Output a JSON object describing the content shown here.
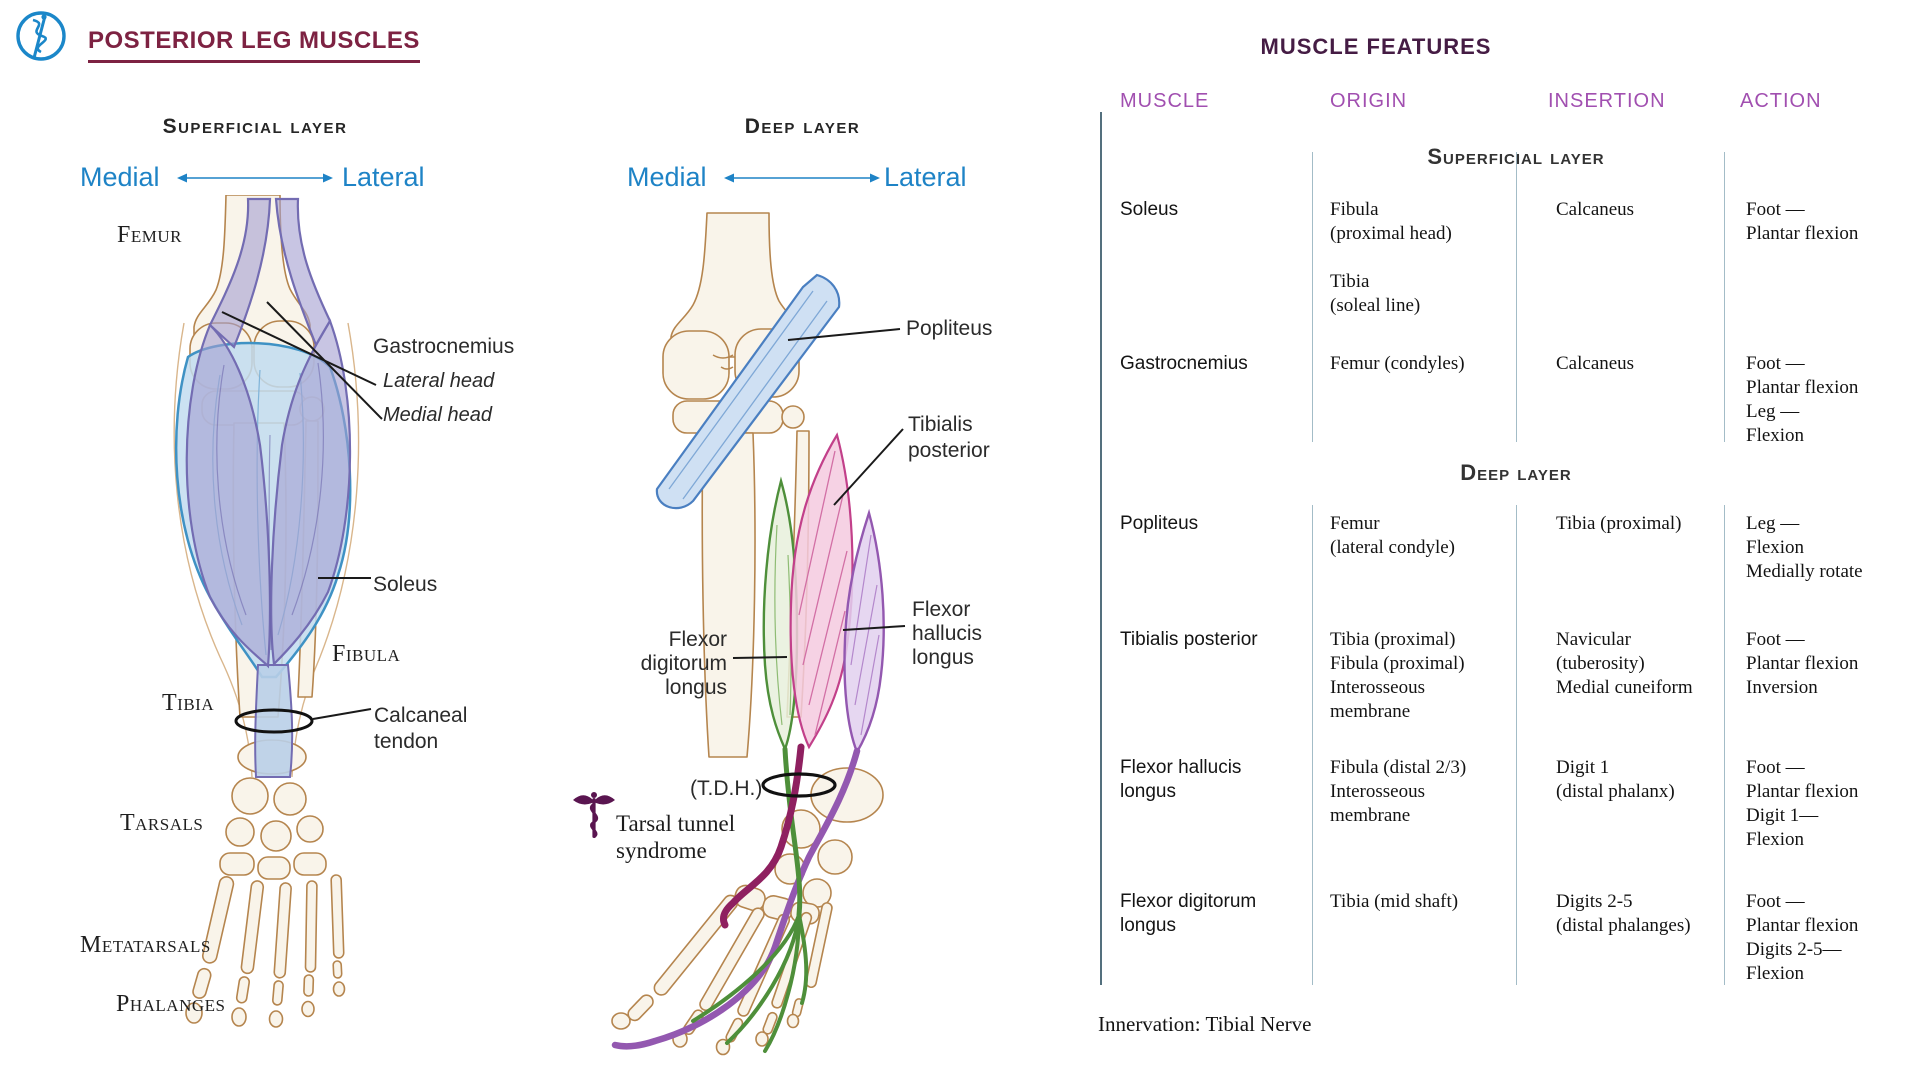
{
  "header": {
    "title": "POSTERIOR LEG MUSCLES",
    "logo": "rod-of-asclepius-icon"
  },
  "colors": {
    "accent_blue": "#1e83c6",
    "title_maroon": "#7d2242",
    "table_title_purple": "#451c44",
    "column_header_purple": "#a14fb0",
    "bone_outline": "#b5854e",
    "gastrocnemius": "#736cb2",
    "soleus": "#3f92c4",
    "popliteus": "#4a7fc1",
    "tibialis_posterior": "#c2408a",
    "flexor_digitorum_longus": "#4e8f3a",
    "flexor_hallucis_longus": "#9358b0",
    "tendon_maroon": "#8f2060",
    "syndrome_purple": "#5a1550"
  },
  "figure_superficial": {
    "title": "Superficial layer",
    "direction_left": "Medial",
    "direction_right": "Lateral",
    "labels": {
      "femur": "Femur",
      "gastrocnemius": "Gastrocnemius",
      "lateral_head": "Lateral head",
      "medial_head": "Medial head",
      "soleus": "Soleus",
      "fibula": "Fibula",
      "tibia": "Tibia",
      "calcaneal_tendon": [
        "Calcaneal",
        "tendon"
      ],
      "tarsals": "Tarsals",
      "metatarsals": "Metatarsals",
      "phalanges": "Phalanges"
    }
  },
  "figure_deep": {
    "title": "Deep layer",
    "direction_left": "Medial",
    "direction_right": "Lateral",
    "labels": {
      "popliteus": "Popliteus",
      "tibialis_posterior": [
        "Tibialis",
        "posterior"
      ],
      "flexor_hallucis_longus": [
        "Flexor",
        "hallucis",
        "longus"
      ],
      "flexor_digitorum_longus": [
        "Flexor",
        "digitorum",
        "longus"
      ],
      "tdh": "(T.D.H.)",
      "tarsal_tunnel_syndrome": [
        "Tarsal tunnel",
        "syndrome"
      ]
    }
  },
  "table": {
    "title": "MUSCLE FEATURES",
    "columns": [
      "MUSCLE",
      "ORIGIN",
      "INSERTION",
      "ACTION"
    ],
    "sections": [
      {
        "label": "Superficial layer",
        "rows": [
          {
            "muscle": "Soleus",
            "origin": [
              "Fibula",
              "(proximal head)",
              "",
              "Tibia",
              "(soleal line)"
            ],
            "insertion": [
              "Calcaneus"
            ],
            "action": [
              "Foot —",
              "Plantar flexion"
            ]
          },
          {
            "muscle": "Gastrocnemius",
            "origin": [
              "Femur (condyles)"
            ],
            "insertion": [
              "Calcaneus"
            ],
            "action": [
              "Foot —",
              "Plantar flexion",
              "Leg —",
              "Flexion"
            ]
          }
        ]
      },
      {
        "label": "Deep layer",
        "rows": [
          {
            "muscle": "Popliteus",
            "origin": [
              "Femur",
              "(lateral condyle)"
            ],
            "insertion": [
              "Tibia (proximal)"
            ],
            "action": [
              "Leg —",
              "Flexion",
              "Medially rotate"
            ]
          },
          {
            "muscle": "Tibialis posterior",
            "origin": [
              "Tibia (proximal)",
              "Fibula (proximal)",
              "Interosseous",
              "membrane"
            ],
            "insertion": [
              "Navicular",
              "(tuberosity)",
              "Medial cuneiform"
            ],
            "action": [
              "Foot —",
              "Plantar flexion",
              "Inversion"
            ]
          },
          {
            "muscle": [
              "Flexor hallucis",
              "longus"
            ],
            "origin": [
              "Fibula (distal 2/3)",
              "Interosseous",
              "membrane"
            ],
            "insertion": [
              "Digit 1",
              "(distal phalanx)"
            ],
            "action": [
              "Foot —",
              "Plantar flexion",
              "Digit 1—",
              "Flexion"
            ]
          },
          {
            "muscle": [
              "Flexor digitorum",
              "longus"
            ],
            "origin": [
              "Tibia (mid shaft)"
            ],
            "insertion": [
              "Digits 2-5",
              "(distal phalanges)"
            ],
            "action": [
              "Foot —",
              "Plantar flexion",
              "Digits 2-5—",
              "Flexion"
            ]
          }
        ]
      }
    ],
    "footnote": "Innervation: Tibial Nerve"
  }
}
